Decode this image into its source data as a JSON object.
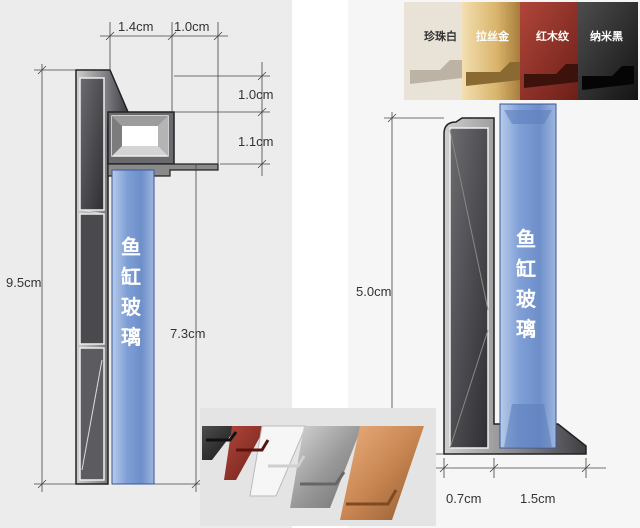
{
  "left_panel": {
    "dimensions": {
      "top_width_1": "1.4cm",
      "top_width_2": "1.0cm",
      "right_height_1": "1.0cm",
      "right_height_2": "1.1cm",
      "total_height": "9.5cm",
      "glass_height": "7.3cm"
    },
    "glass_label": [
      "鱼",
      "缸",
      "玻",
      "璃"
    ]
  },
  "right_panel": {
    "dimensions": {
      "height": "5.0cm",
      "bottom_left": "0.7cm",
      "bottom_right": "1.5cm"
    },
    "glass_label": [
      "鱼",
      "缸",
      "玻",
      "璃"
    ],
    "color_labels": [
      "珍珠白",
      "拉丝金",
      "红木纹",
      "纳米黑"
    ]
  },
  "colors": {
    "glass": "#7b9bd2",
    "frame_dark": "#5a5a5e",
    "panel_left_bg": "#ececec",
    "panel_right_bg": "#f6f6f6"
  }
}
